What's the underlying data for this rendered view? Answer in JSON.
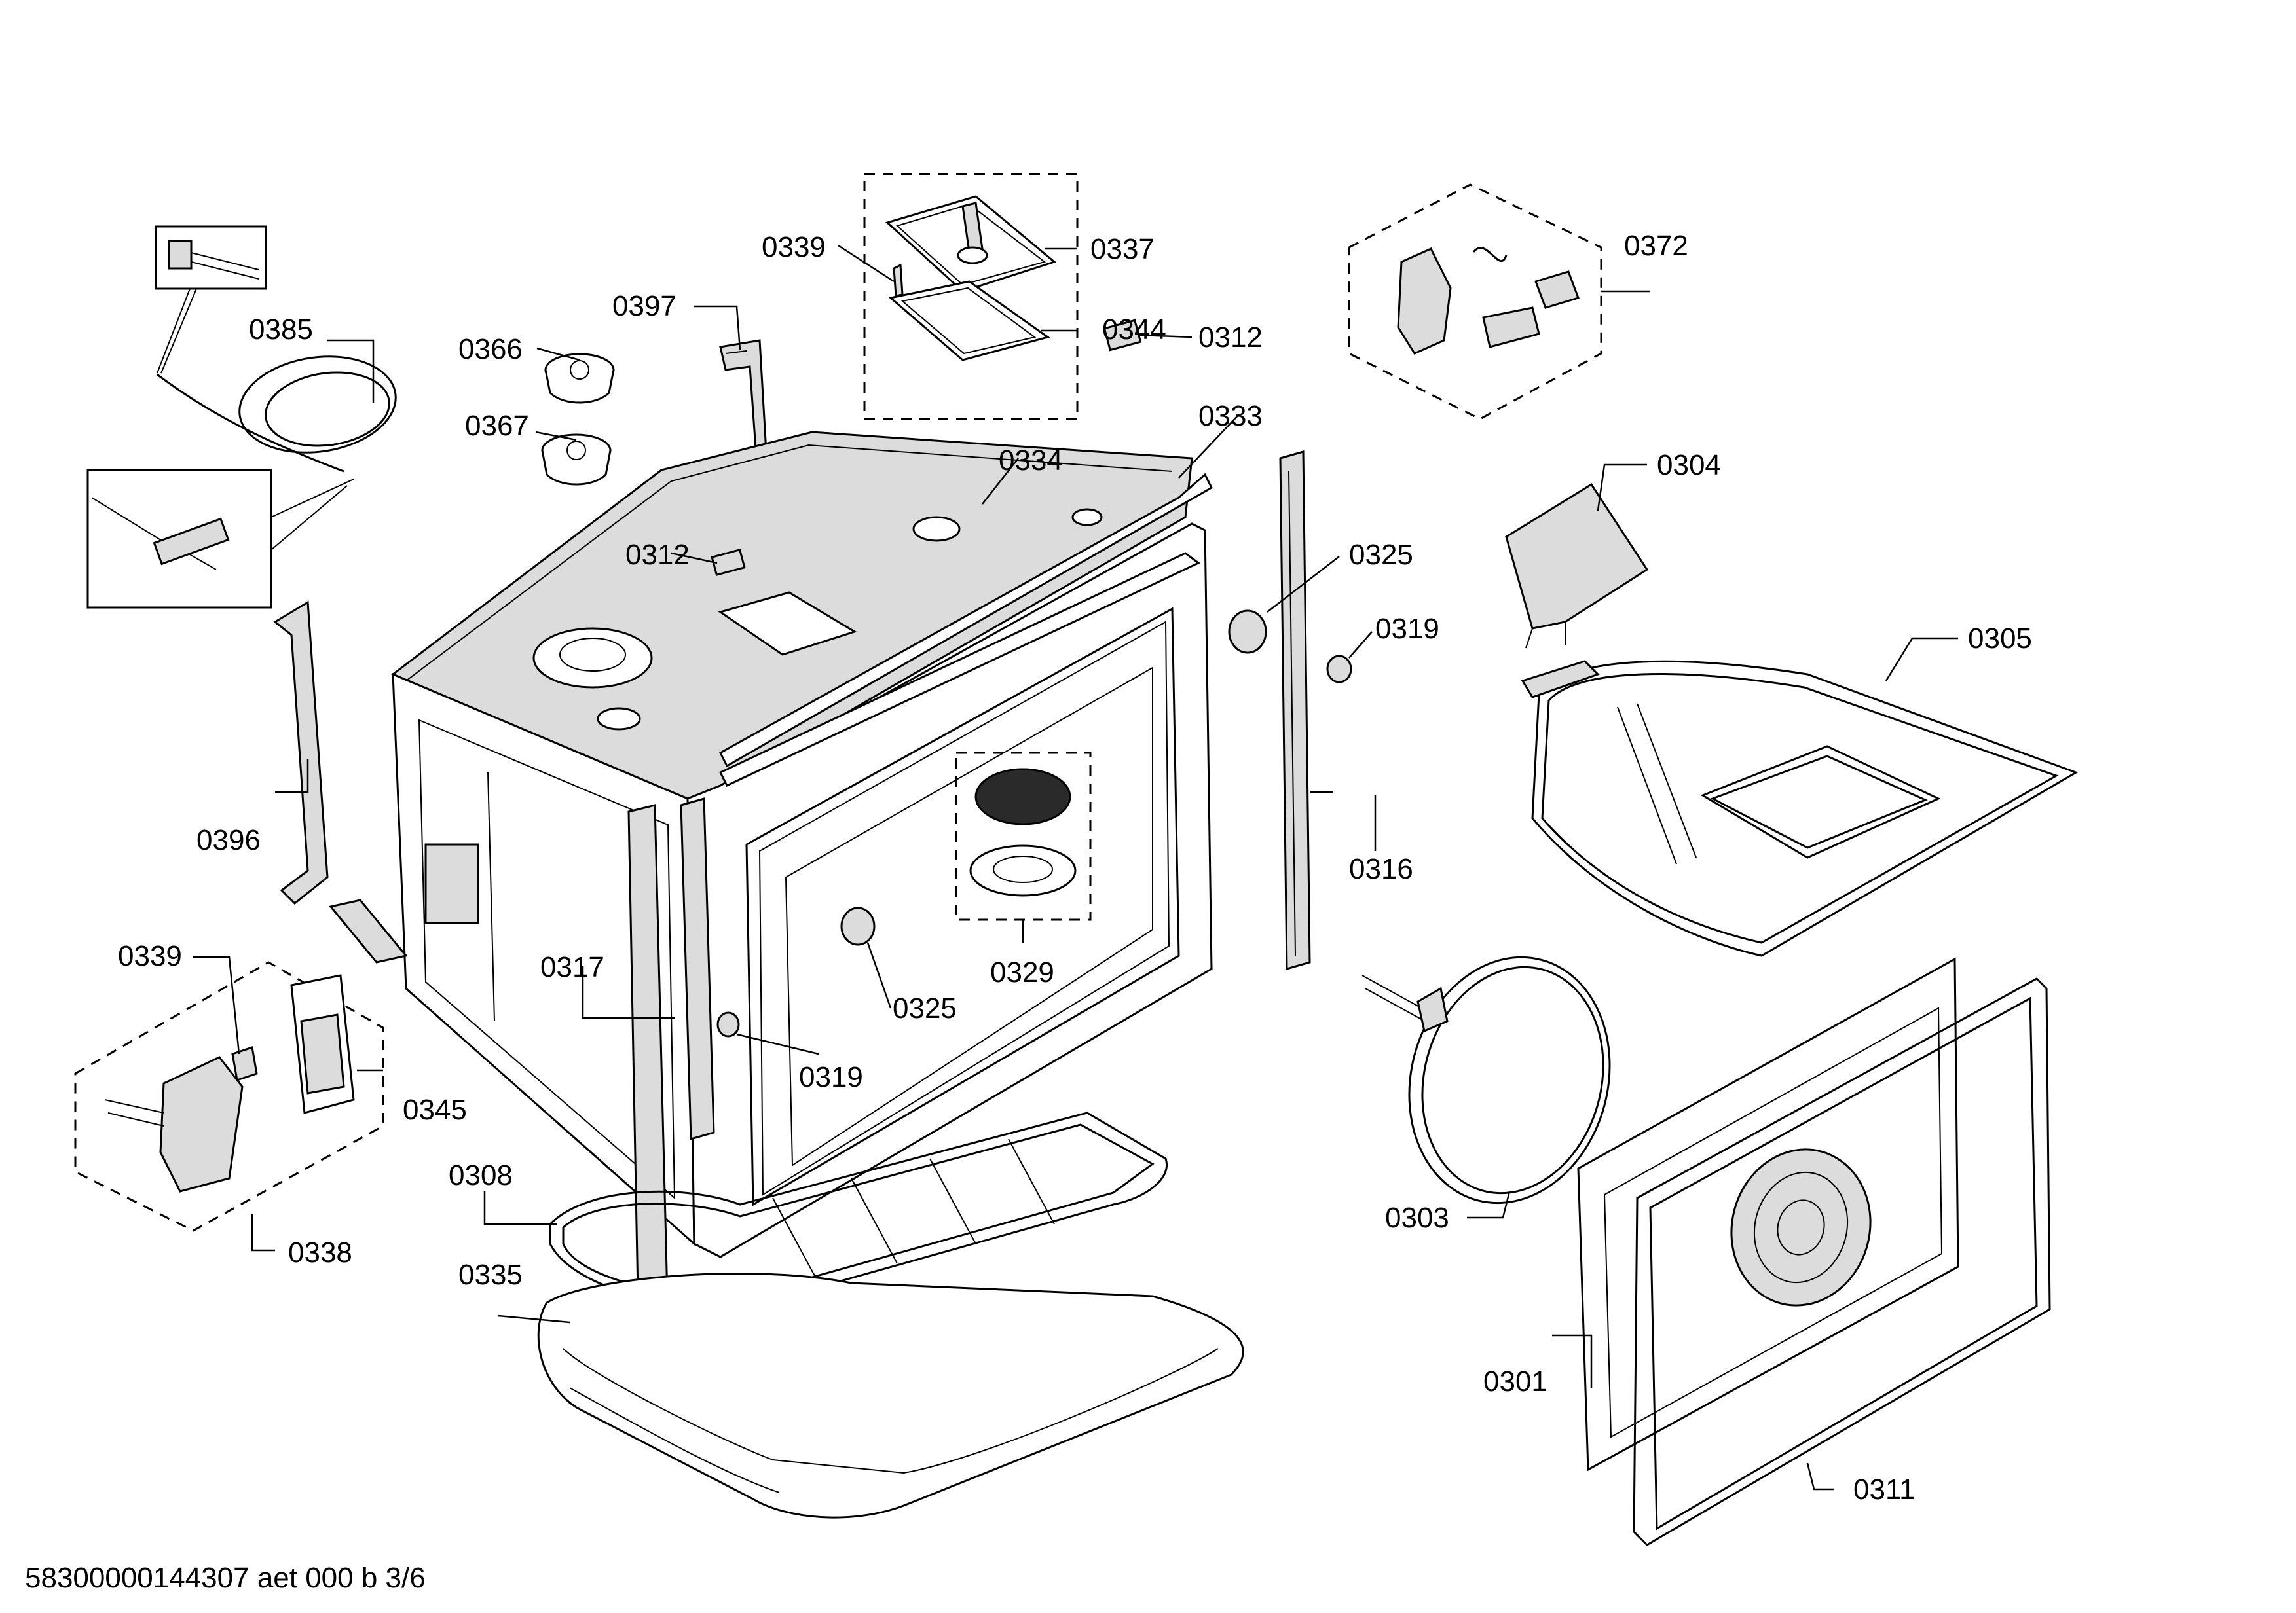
{
  "diagram": {
    "footer_text": "58300000144307 aet 000 b 3/6",
    "part_labels": [
      {
        "id": "0385",
        "text": "0385"
      },
      {
        "id": "0366",
        "text": "0366"
      },
      {
        "id": "0367",
        "text": "0367"
      },
      {
        "id": "0397",
        "text": "0397"
      },
      {
        "id": "0339a",
        "text": "0339"
      },
      {
        "id": "0337",
        "text": "0337"
      },
      {
        "id": "0344",
        "text": "0344"
      },
      {
        "id": "0312a",
        "text": "0312"
      },
      {
        "id": "0372",
        "text": "0372"
      },
      {
        "id": "0333",
        "text": "0333"
      },
      {
        "id": "0334",
        "text": "0334"
      },
      {
        "id": "0312b",
        "text": "0312"
      },
      {
        "id": "0304",
        "text": "0304"
      },
      {
        "id": "0325a",
        "text": "0325"
      },
      {
        "id": "0319a",
        "text": "0319"
      },
      {
        "id": "0305",
        "text": "0305"
      },
      {
        "id": "0396",
        "text": "0396"
      },
      {
        "id": "0316",
        "text": "0316"
      },
      {
        "id": "0339b",
        "text": "0339"
      },
      {
        "id": "0317",
        "text": "0317"
      },
      {
        "id": "0325b",
        "text": "0325"
      },
      {
        "id": "0329",
        "text": "0329"
      },
      {
        "id": "0319b",
        "text": "0319"
      },
      {
        "id": "0345",
        "text": "0345"
      },
      {
        "id": "0308",
        "text": "0308"
      },
      {
        "id": "0303",
        "text": "0303"
      },
      {
        "id": "0338",
        "text": "0338"
      },
      {
        "id": "0335",
        "text": "0335"
      },
      {
        "id": "0301",
        "text": "0301"
      },
      {
        "id": "0311",
        "text": "0311"
      }
    ]
  }
}
